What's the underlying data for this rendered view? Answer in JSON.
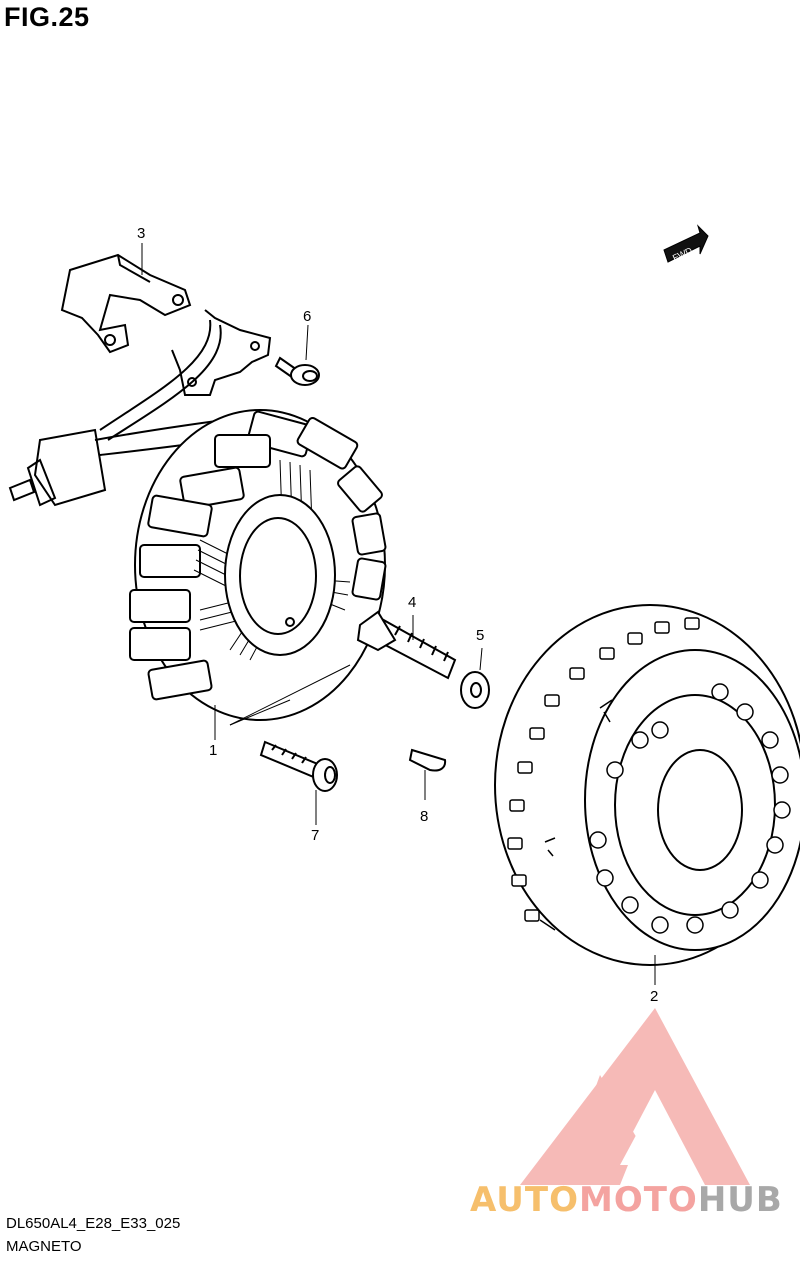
{
  "figure": {
    "title": "FIG.25"
  },
  "callouts": [
    {
      "number": "1",
      "part": "stator"
    },
    {
      "number": "2",
      "part": "rotor"
    },
    {
      "number": "3",
      "part": "bracket"
    },
    {
      "number": "4",
      "part": "rotor-bolt"
    },
    {
      "number": "5",
      "part": "washer"
    },
    {
      "number": "6",
      "part": "bracket-screw"
    },
    {
      "number": "7",
      "part": "stator-screw"
    },
    {
      "number": "8",
      "part": "key"
    }
  ],
  "direction_badge": "FWD",
  "footer": {
    "code": "DL650AL4_E28_E33_025",
    "name": "MAGNETO"
  },
  "watermark": {
    "part1": "AUTO",
    "part2": "MOTO",
    "part3": "HUB",
    "colors": {
      "auto": "#f6bf6c",
      "moto": "#f4a3a0",
      "hub": "#a8a8a8"
    }
  }
}
